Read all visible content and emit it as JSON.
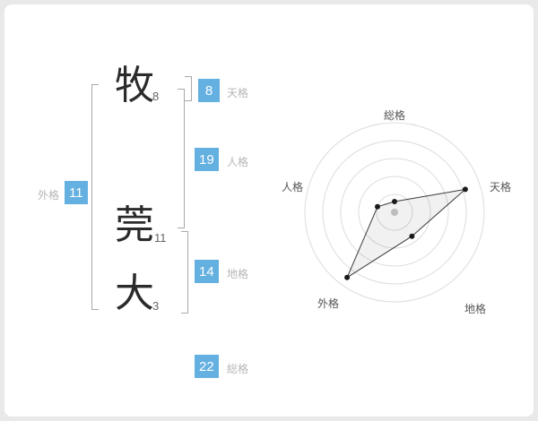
{
  "name": {
    "characters": [
      {
        "char": "牧",
        "strokes": "8"
      },
      {
        "char": "莞",
        "strokes": "11"
      },
      {
        "char": "大",
        "strokes": "3"
      }
    ]
  },
  "scores": {
    "tenkaku": {
      "label": "天格",
      "value": "8"
    },
    "jinkaku": {
      "label": "人格",
      "value": "19"
    },
    "chikaku": {
      "label": "地格",
      "value": "14"
    },
    "gaikaku": {
      "label": "外格",
      "value": "11"
    },
    "soukaku": {
      "label": "総格",
      "value": "22"
    }
  },
  "colors": {
    "badge_blue": "#64b0e1",
    "label_gray": "#b6b6b6",
    "bracket_gray": "#a9a9a9",
    "ring_gray": "#dcdcdc",
    "polygon_stroke": "#3a3a3a",
    "center_dot": "#bdbdbd"
  },
  "chart_data": {
    "type": "radar",
    "axes": [
      "総格",
      "天格",
      "地格",
      "外格",
      "人格"
    ],
    "values": [
      12,
      83,
      33,
      90,
      20
    ],
    "max": 100,
    "rings": 5,
    "grid": "circular",
    "legend": "none",
    "title": ""
  }
}
